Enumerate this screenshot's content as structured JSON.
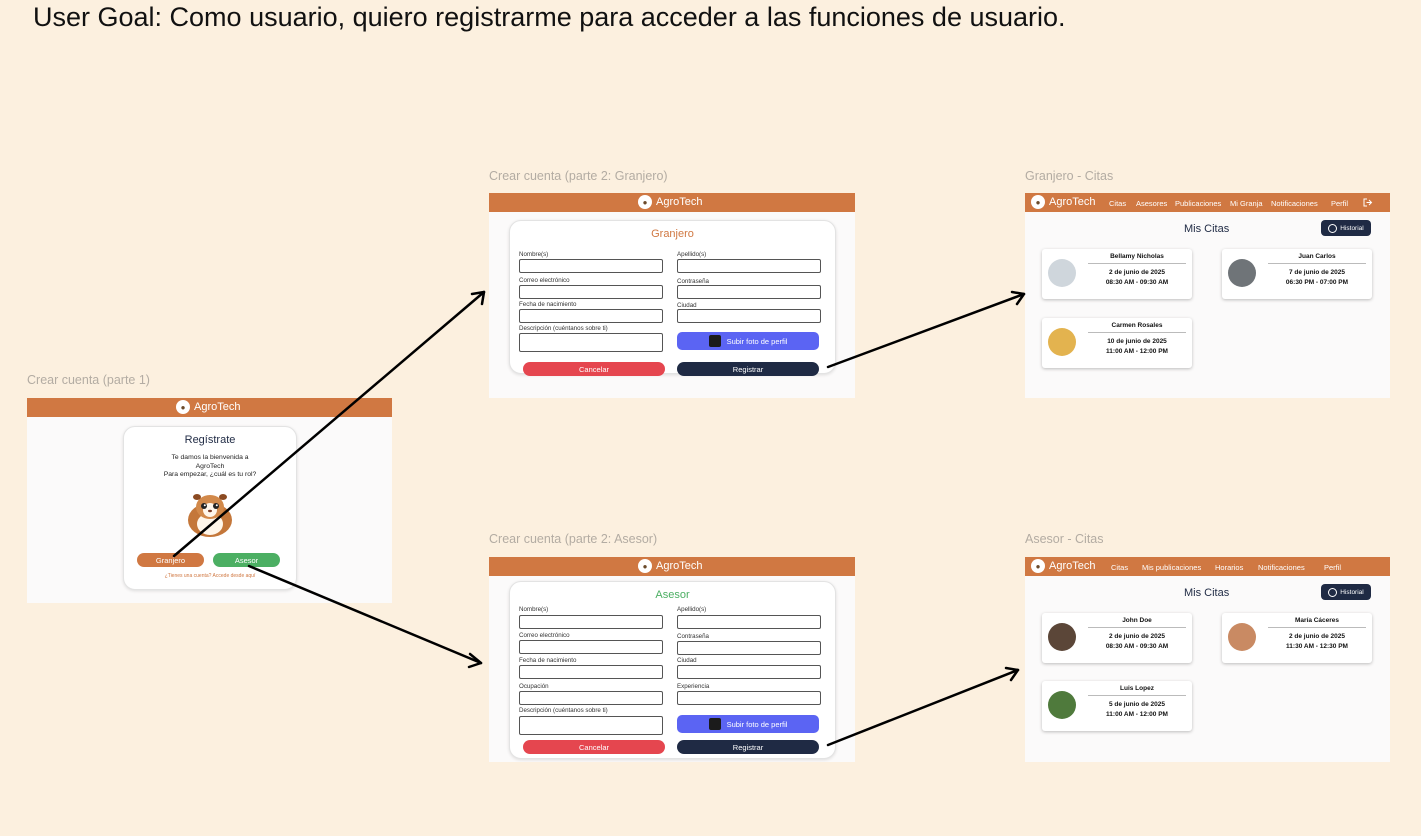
{
  "goal": "User Goal: Como usuario, quiero registrarme para acceder a las funciones de usuario.",
  "brand": "AgroTech",
  "labels": {
    "p1": "Crear cuenta (parte 1)",
    "granjero_form": "Crear cuenta (parte 2: Granjero)",
    "asesor_form": "Crear cuenta (parte 2: Asesor)",
    "granjero_citas": "Granjero - Citas",
    "asesor_citas": "Asesor - Citas"
  },
  "p1": {
    "title": "Regístrate",
    "welcome1": "Te damos la bienvenida a",
    "welcome2": "AgroTech",
    "welcome3": "Para empezar, ¿cuál es tu rol?",
    "btn_granjero": "Granjero",
    "btn_asesor": "Asesor",
    "login_link": "¿Tienes una cuenta? Accede desde aquí"
  },
  "granjero_form": {
    "title": "Granjero",
    "nombre": "Nombre(s)",
    "apellido": "Apellido(s)",
    "correo": "Correo electrónico",
    "contrasena": "Contraseña",
    "fecha": "Fecha de nacimiento",
    "ciudad": "Ciudad",
    "descripcion": "Descripción (cuéntanos sobre ti)",
    "upload": "Subir foto de perfil",
    "cancel": "Cancelar",
    "register": "Registrar"
  },
  "asesor_form": {
    "title": "Asesor",
    "nombre": "Nombre(s)",
    "apellido": "Apellido(s)",
    "correo": "Correo electrónico",
    "contrasena": "Contraseña",
    "fecha": "Fecha de nacimiento",
    "ciudad": "Ciudad",
    "ocupacion": "Ocupación",
    "experiencia": "Experiencia",
    "descripcion": "Descripción (cuéntanos sobre ti)",
    "upload": "Subir foto de perfil",
    "cancel": "Cancelar",
    "register": "Registrar"
  },
  "granjero_citas": {
    "nav": [
      "Citas",
      "Asesores",
      "Publicaciones",
      "Mi Granja",
      "Notificaciones",
      "Perfil"
    ],
    "title": "Mis Citas",
    "historial": "Historial",
    "appts": [
      {
        "name": "Bellamy Nicholas",
        "date": "2 de junio de 2025",
        "time": "08:30 AM - 09:30 AM"
      },
      {
        "name": "Juan Carlos",
        "date": "7 de junio de 2025",
        "time": "06:30 PM - 07:00 PM"
      },
      {
        "name": "Carmen Rosales",
        "date": "10 de junio de 2025",
        "time": "11:00 AM - 12:00 PM"
      }
    ]
  },
  "asesor_citas": {
    "nav": [
      "Citas",
      "Mis publicaciones",
      "Horarios",
      "Notificaciones",
      "Perfil"
    ],
    "title": "Mis Citas",
    "historial": "Historial",
    "appts": [
      {
        "name": "John Doe",
        "date": "2 de junio de 2025",
        "time": "08:30 AM - 09:30 AM"
      },
      {
        "name": "María Cáceres",
        "date": "2 de junio de 2025",
        "time": "11:30 AM - 12:30 PM"
      },
      {
        "name": "Luis Lopez",
        "date": "5 de junio de 2025",
        "time": "11:00 AM - 12:00 PM"
      }
    ]
  },
  "colors": {
    "header": "#d07842",
    "granjero": "#d07842",
    "asesor": "#4caf63",
    "cancel": "#e5464f",
    "register": "#1f2a44",
    "upload": "#5b64f3",
    "background": "#fcf0df"
  }
}
